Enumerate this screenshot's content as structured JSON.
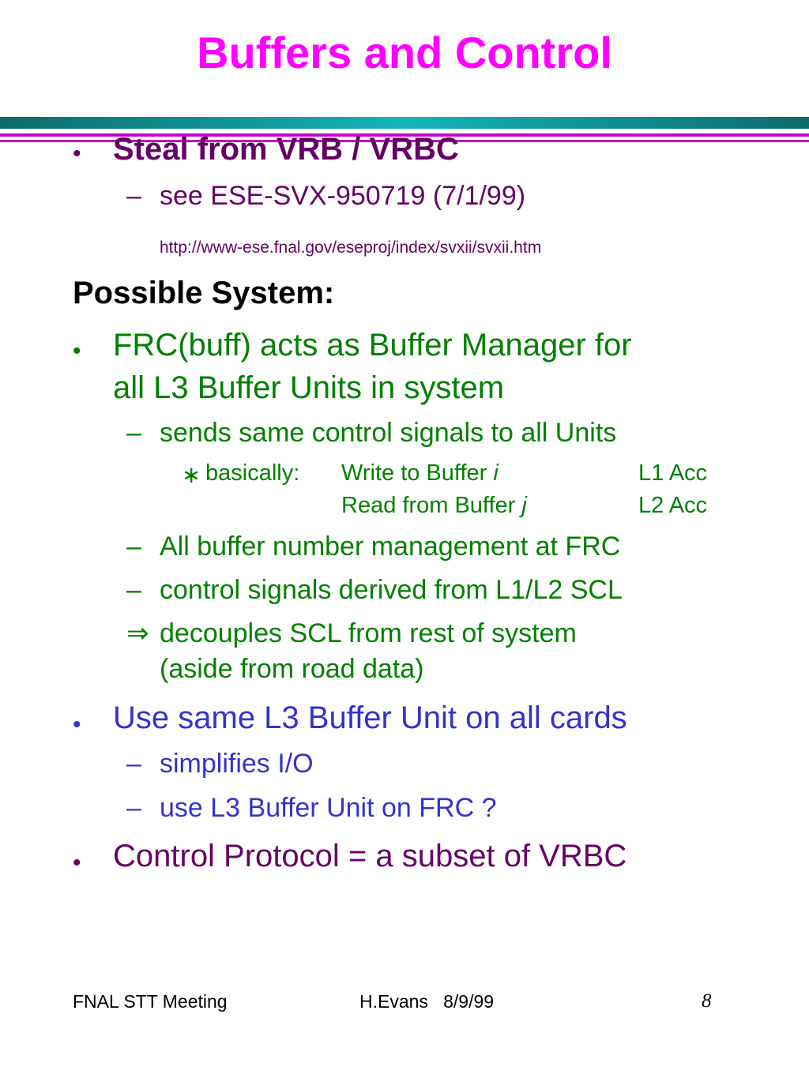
{
  "title": "Buffers and Control",
  "colors": {
    "title": "#ff00ff",
    "rule_teal": "#0b8a8a",
    "rule_magenta": "#c800c8",
    "purple": "#660066",
    "green": "#008000",
    "blue": "#3333cc",
    "black": "#000000"
  },
  "bullets": {
    "bullet_glyph": "•",
    "dash_glyph": "–",
    "star_glyph": "∗",
    "implies_glyph": "⇒"
  },
  "section1": {
    "heading": "Steal from VRB / VRBC",
    "sub_line": "see ESE-SVX-950719 (7/1/99)",
    "url": "http://www-ese.fnal.gov/eseproj/index/svxii/svxii.htm"
  },
  "possible_system": "Possible System:",
  "section2": {
    "line1": "FRC(buff) acts as Buffer Manager for",
    "line2": "all L3 Buffer Units in system",
    "sub1": "sends same control signals to all Units",
    "basically_label": "basically:",
    "row1_text": "Write to Buffer ",
    "row1_var": "i",
    "row1_signal": "L1 Acc",
    "row2_text": "Read from Buffer ",
    "row2_var": "j",
    "row2_signal": "L2 Acc",
    "sub2": "All buffer number management at FRC",
    "sub3": "control signals derived from L1/L2 SCL",
    "implies_line1": "decouples SCL from rest of system",
    "implies_line2": "(aside from road data)"
  },
  "section3": {
    "heading": "Use same L3 Buffer Unit on all cards",
    "sub1": "simplifies I/O",
    "sub2": "use L3 Buffer Unit on FRC ?"
  },
  "section4": {
    "heading": "Control Protocol = a subset of VRBC"
  },
  "footer": {
    "left": "FNAL STT Meeting",
    "center": "H.Evans   8/9/99",
    "page": "8"
  }
}
